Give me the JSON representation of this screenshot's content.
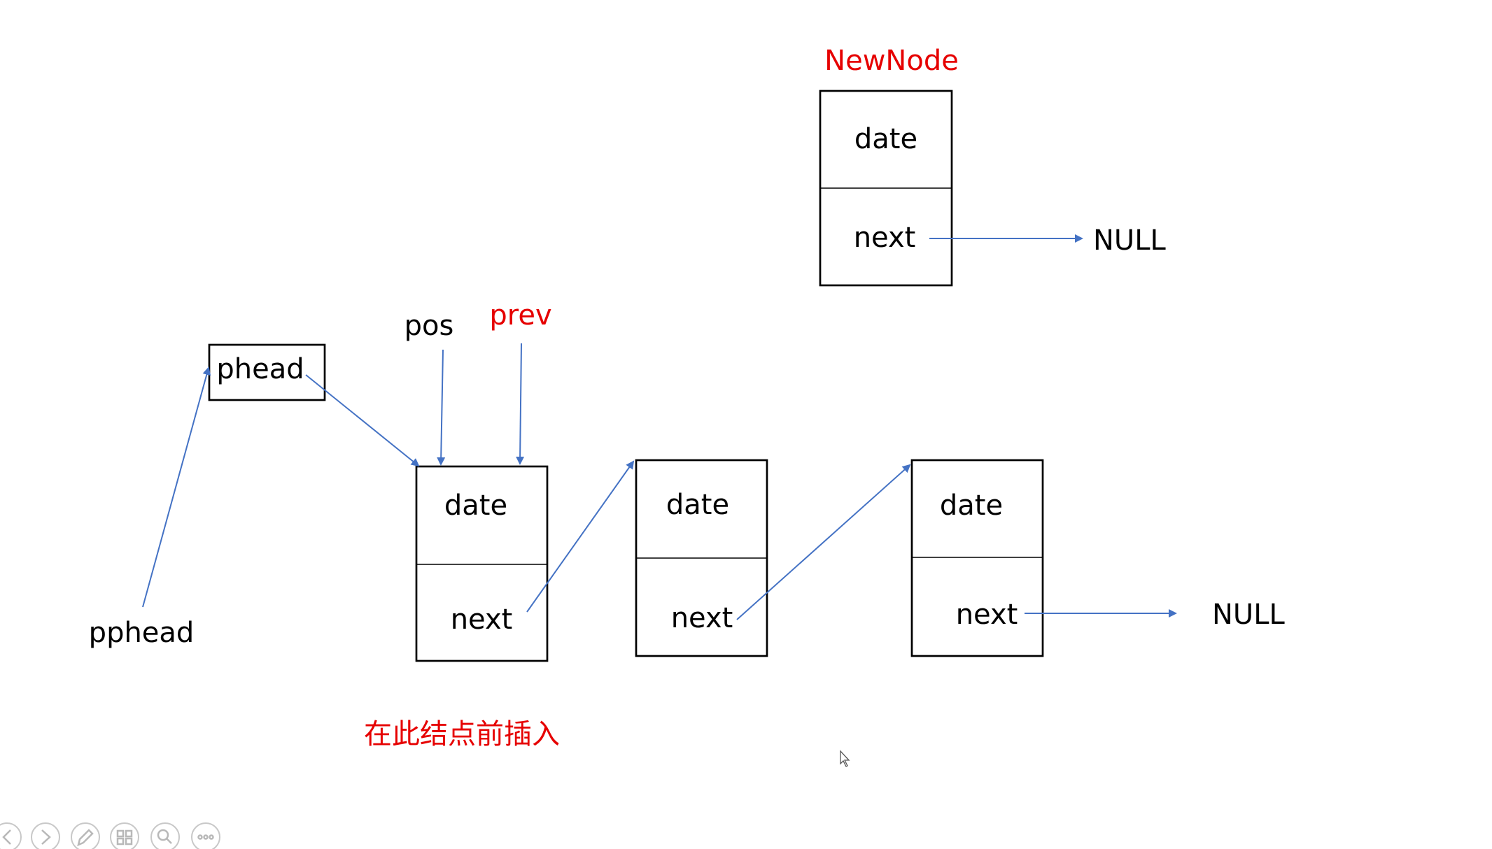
{
  "labels": {
    "newnode": "NewNode",
    "pos": "pos",
    "prev": "prev",
    "phead": "phead",
    "pphead": "pphead",
    "null_top": "NULL",
    "null_bottom": "NULL",
    "caption": "在此结点前插入"
  },
  "nodes": [
    {
      "data": "date",
      "next": "next"
    },
    {
      "data": "date",
      "next": "next"
    },
    {
      "data": "date",
      "next": "next"
    },
    {
      "data": "date",
      "next": "next"
    }
  ],
  "colors": {
    "arrow": "#4472c4",
    "highlight_text": "#e60000",
    "text": "#000000"
  },
  "toolbar": {
    "icons": [
      "previous-icon",
      "next-icon",
      "pen-icon",
      "slides-icon",
      "zoom-icon",
      "more-icon"
    ]
  }
}
